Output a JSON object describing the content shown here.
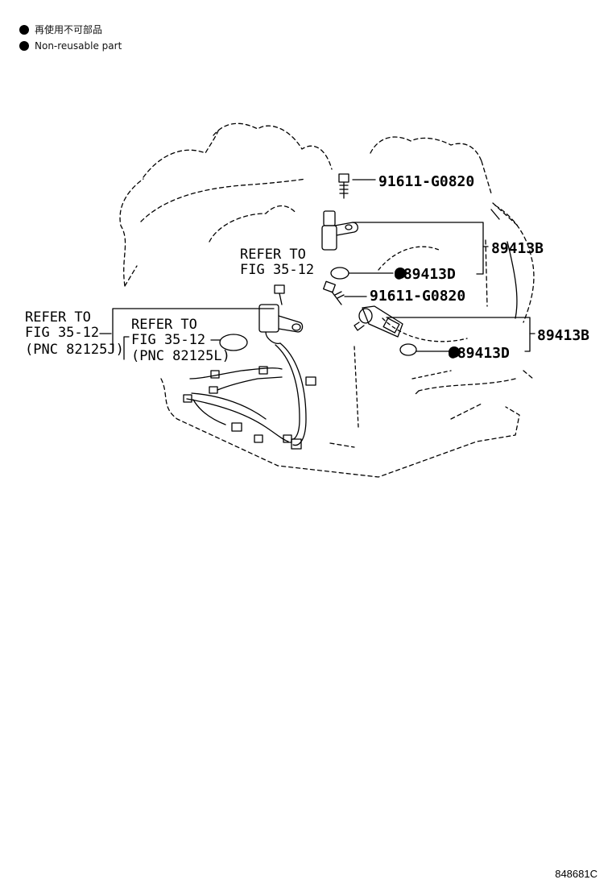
{
  "legend": {
    "items": [
      {
        "icon": "bullet-icon",
        "text": "再使用不可部品"
      },
      {
        "icon": "bullet-icon",
        "text": "Non-reusable part"
      }
    ]
  },
  "labels": {
    "bolt_upper": "91611-G0820",
    "sensor_upper": "89413B",
    "oring_upper": "●89413D",
    "refer_center_line1": "REFER TO",
    "refer_center_line2": "FIG 35-12",
    "bolt_lower": "91611-G0820",
    "sensor_lower": "89413B",
    "oring_lower": "●89413D",
    "refer_left_line1": "REFER TO",
    "refer_left_line2": "FIG 35-12",
    "refer_left_line3": "(PNC 82125J)",
    "refer_mid_line1": "REFER TO",
    "refer_mid_line2": "FIG 35-12",
    "refer_mid_line3": "(PNC 82125L)"
  },
  "figure_code": "848681C"
}
